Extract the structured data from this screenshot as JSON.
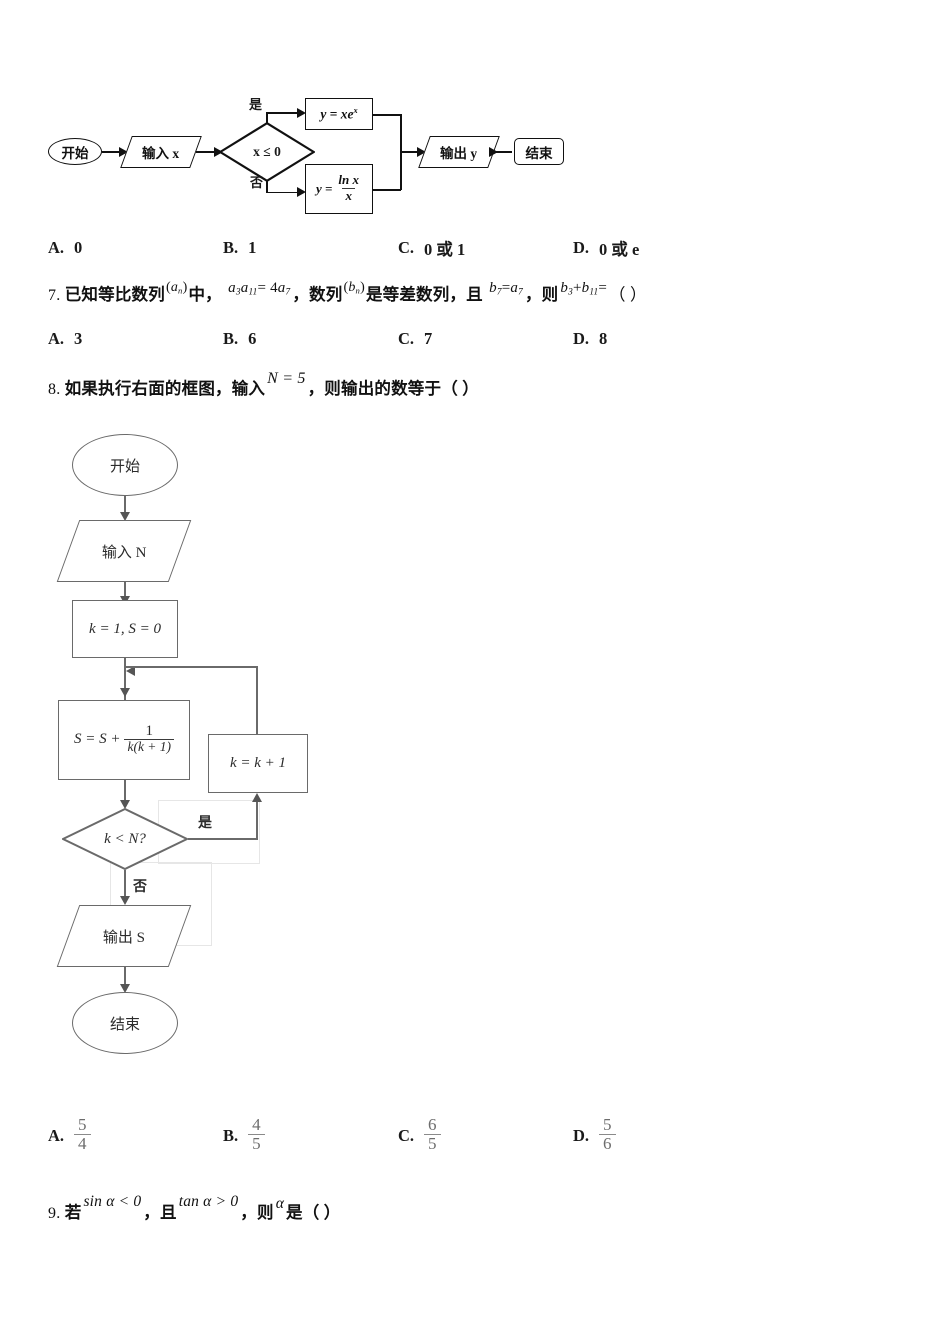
{
  "document": {
    "type": "math-exam-page",
    "language": "zh-CN"
  },
  "flowchart_q6": {
    "name": "piecewise-function-flowchart",
    "nodes": {
      "start": "开始",
      "input": "输入 x",
      "decision": "x ≤ 0",
      "branch_yes_box": "y = xe",
      "branch_yes_exp": "x",
      "branch_no_lhs": "y =",
      "branch_no_num": "ln x",
      "branch_no_den": "x",
      "output": "输出 y",
      "end": "结束"
    },
    "edges": {
      "yes": "是",
      "no": "否"
    }
  },
  "question6_options": {
    "items": [
      {
        "label": "A.",
        "text": "0"
      },
      {
        "label": "B.",
        "text": "1"
      },
      {
        "label": "C.",
        "text": "0 或 1"
      },
      {
        "label": "D.",
        "text": "0 或 e"
      }
    ]
  },
  "question7": {
    "number": "7.",
    "seg1": "已知等比数列",
    "seq_a": "a",
    "seq_a_sub": "n",
    "seg2": "中，",
    "eq1": "a₃a₁₁ = 4a₇",
    "eq1_parts": {
      "a": "a",
      "s3": "3",
      "a2": "a",
      "s11": "11",
      "eq": "= 4",
      "a3": "a",
      "s7": "7"
    },
    "seg3": "，数列",
    "seq_b": "b",
    "seq_b_sub": "n",
    "seg4": "是等差数列，且",
    "eq2_parts": {
      "b": "b",
      "s7": "7",
      "eq": "=",
      "a": "a",
      "as7": "7"
    },
    "seg5": "，则",
    "eq3_parts": {
      "b1": "b",
      "s3": "3",
      "plus": "+",
      "b2": "b",
      "s11": "11",
      "eq": "="
    },
    "seg6": "（    ）"
  },
  "question7_options": {
    "items": [
      {
        "label": "A.",
        "text": "3"
      },
      {
        "label": "B.",
        "text": "6"
      },
      {
        "label": "C.",
        "text": "7"
      },
      {
        "label": "D.",
        "text": "8"
      }
    ]
  },
  "question8": {
    "number": "8.",
    "seg1": "如果执行右面的框图，输入",
    "condition": "N = 5",
    "seg2": "，则输出的数等于（ ）"
  },
  "flowchart_q8": {
    "name": "summation-loop-flowchart",
    "nodes": {
      "start": "开始",
      "input": "输入 N",
      "init": "k = 1, S = 0",
      "accumulate_lhs": "S = S +",
      "accumulate_num": "1",
      "accumulate_den": "k(k + 1)",
      "decision": "k < N?",
      "increment": "k = k + 1",
      "output": "输出 S",
      "end": "结束"
    },
    "edges": {
      "yes": "是",
      "no": "否"
    }
  },
  "question8_options": {
    "items": [
      {
        "label": "A.",
        "num": "5",
        "den": "4"
      },
      {
        "label": "B.",
        "num": "4",
        "den": "5"
      },
      {
        "label": "C.",
        "num": "6",
        "den": "5"
      },
      {
        "label": "D.",
        "num": "5",
        "den": "6"
      }
    ]
  },
  "question9": {
    "number": "9.",
    "seg1": "若",
    "cond1": "sin α < 0",
    "seg2": "，且",
    "cond2": "tan α > 0",
    "seg3": "，则",
    "symbol": "α",
    "seg4": "是（ ）"
  },
  "colors": {
    "ink": "#111111",
    "diagram_gray": "#6a6a6a",
    "fraction_gray": "#6d6d6d",
    "page_background": "#ffffff"
  }
}
